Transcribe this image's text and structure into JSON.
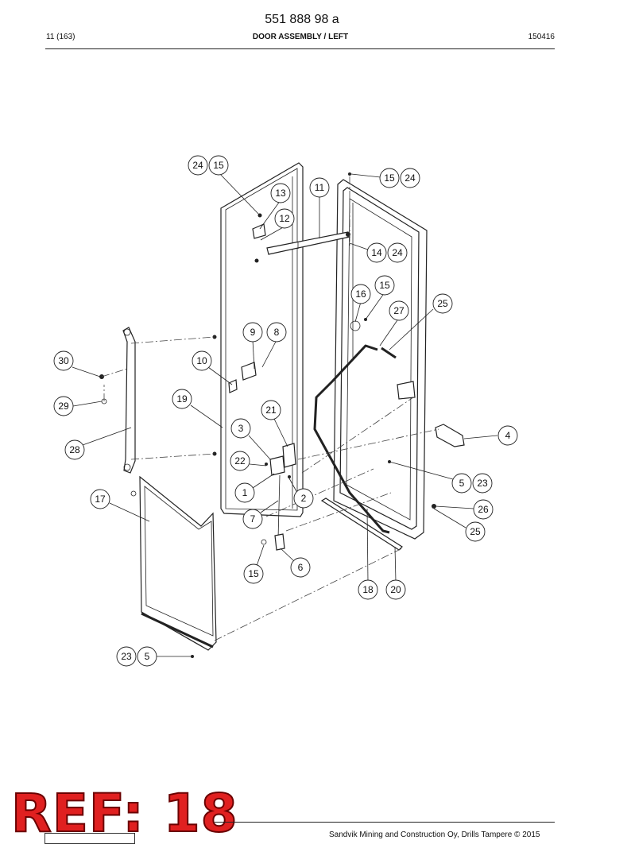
{
  "header": {
    "doc_number": "551 888 98 a",
    "page": "11 (163)",
    "title": "DOOR ASSEMBLY / LEFT",
    "date": "150416"
  },
  "callouts": {
    "c1": "1",
    "c2": "2",
    "c3": "3",
    "c4": "4",
    "c5a": "5",
    "c5b": "5",
    "c6": "6",
    "c7": "7",
    "c8": "8",
    "c9": "9",
    "c10": "10",
    "c11": "11",
    "c12": "12",
    "c13": "13",
    "c14": "14",
    "c15a": "15",
    "c15b": "15",
    "c15c": "15",
    "c15d": "15",
    "c16": "16",
    "c17": "17",
    "c18": "18",
    "c19": "19",
    "c20": "20",
    "c21": "21",
    "c22": "22",
    "c23a": "23",
    "c23b": "23",
    "c24a": "24",
    "c24b": "24",
    "c24c": "24",
    "c25a": "25",
    "c25b": "25",
    "c26": "26",
    "c27": "27",
    "c28": "28",
    "c29": "29",
    "c30": "30"
  },
  "stamp": {
    "text": "REF: 18",
    "color": "#e02020"
  },
  "footer": {
    "copyright": "Sandvik Mining and Construction Oy, Drills Tampere © 2015"
  }
}
